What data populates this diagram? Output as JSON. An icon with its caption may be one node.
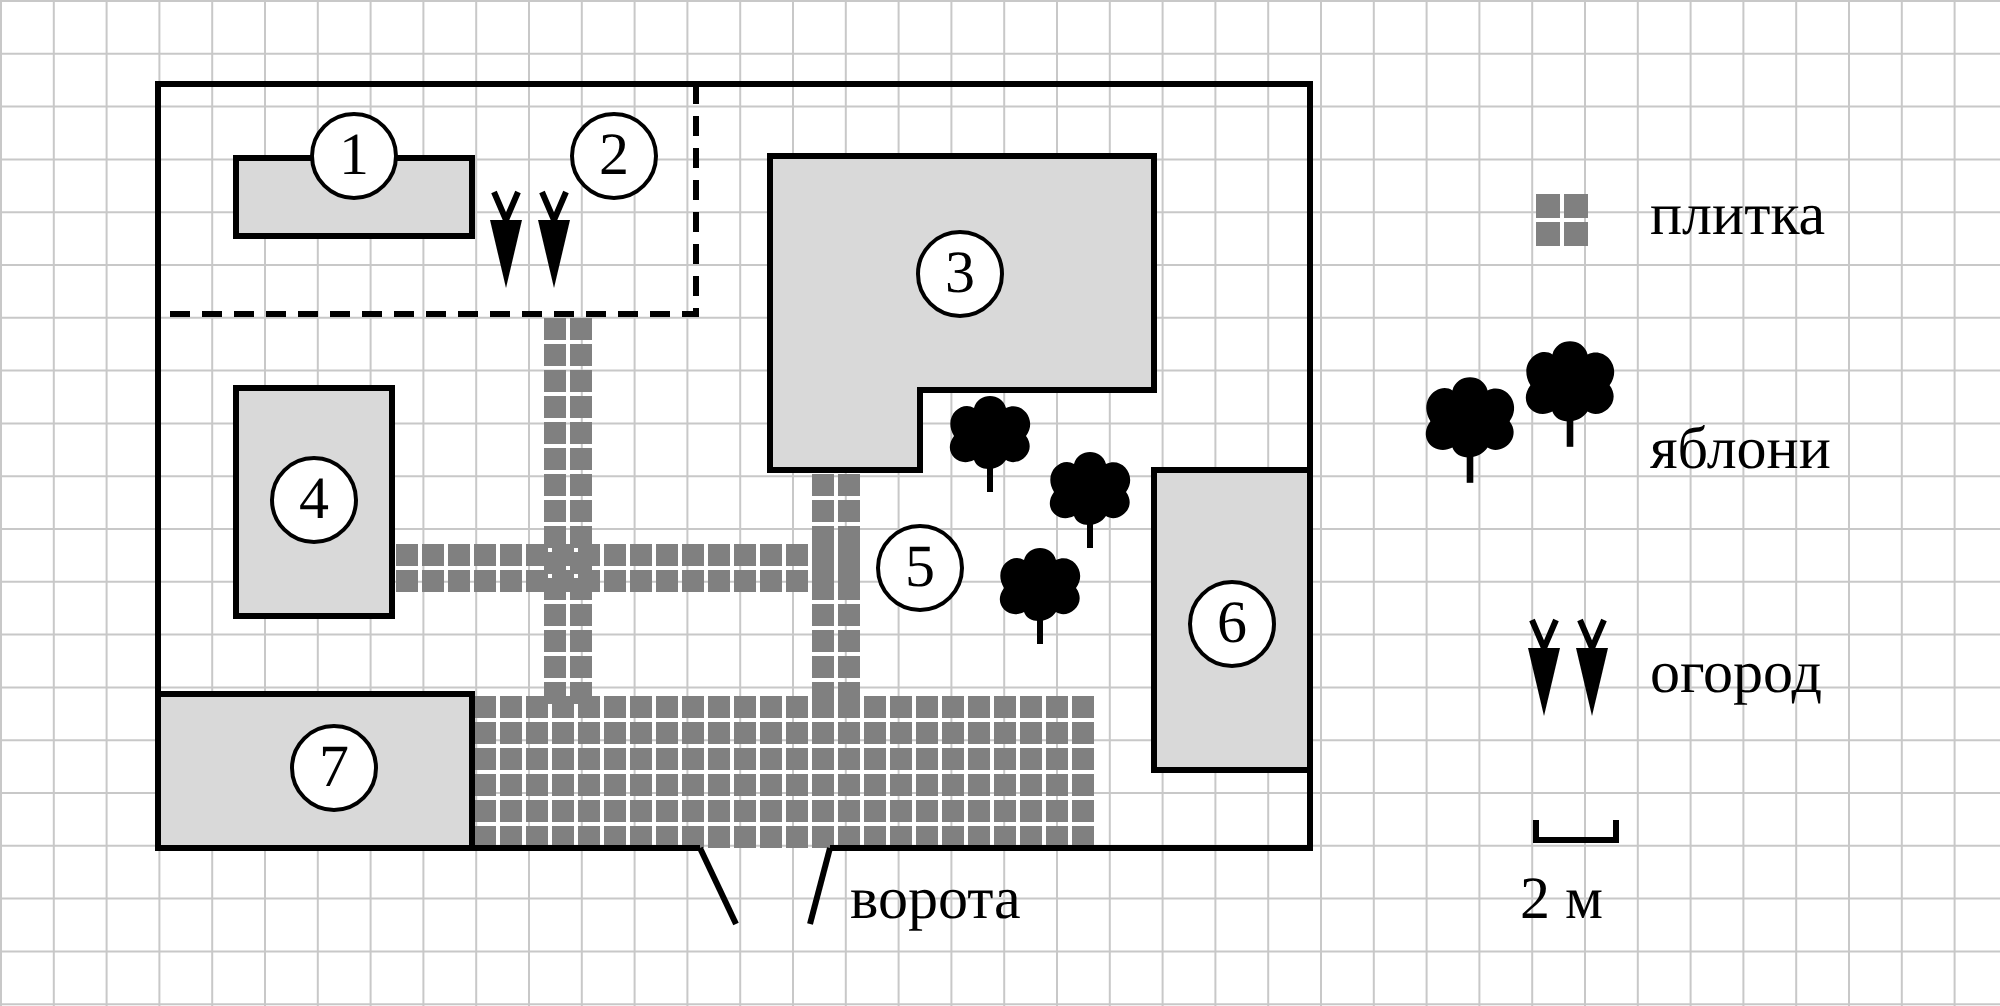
{
  "diagram": {
    "nodes": [
      {
        "text": [
          "1"
        ]
      },
      {
        "text": [
          "2"
        ]
      },
      {
        "text": [
          "3"
        ]
      },
      {
        "text": [
          "4"
        ]
      },
      {
        "text": [
          "5"
        ]
      },
      {
        "text": [
          "6"
        ]
      },
      {
        "text": [
          "7"
        ]
      }
    ],
    "labels": [
      "ворота",
      "2 м"
    ],
    "legend": [
      {
        "text": "плитка"
      },
      {
        "text": "яблони"
      },
      {
        "text": "огород"
      }
    ]
  }
}
